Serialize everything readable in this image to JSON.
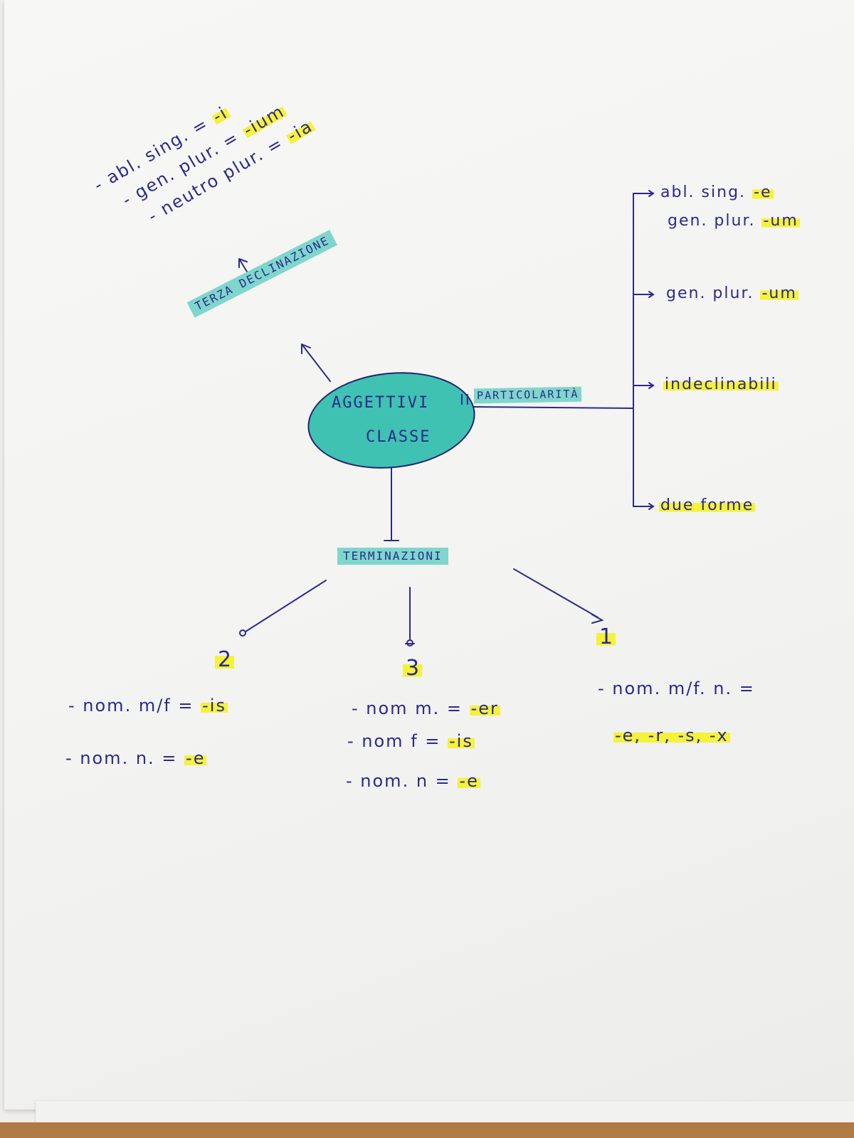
{
  "center": {
    "line1": "AGGETTIVI",
    "line2": "CLASSE",
    "mark": "II"
  },
  "terza": {
    "label": "TERZA DECLINAZIONE",
    "items": [
      {
        "text": "- abl. sing. = ",
        "ending": "-i"
      },
      {
        "text": "- gen. plur. = ",
        "ending": "-ium"
      },
      {
        "text": "- neutro plur. = ",
        "ending": "-ia"
      }
    ]
  },
  "particolarita": {
    "label": "PARTICOLARITÀ",
    "items": [
      {
        "line1": "abl. sing. ",
        "line1_end": "-e",
        "line2": "gen. plur. ",
        "line2_end": "-um"
      },
      {
        "line1": "gen. plur. ",
        "line1_end": "-um"
      },
      {
        "line1": "indeclinabili"
      },
      {
        "line1": "due forme"
      }
    ]
  },
  "terminazioni": {
    "label": "TERMINAZIONI",
    "two": {
      "number": "2",
      "lines": [
        {
          "text": "- nom. m/f = ",
          "ending": "-is"
        },
        {
          "text": "- nom. n. = ",
          "ending": "-e"
        }
      ]
    },
    "three": {
      "number": "3",
      "lines": [
        {
          "text": "- nom m. = ",
          "ending": "-er"
        },
        {
          "text": "- nom f = ",
          "ending": "-is"
        },
        {
          "text": "- nom. n = ",
          "ending": "-e"
        }
      ]
    },
    "one": {
      "number": "1",
      "lines": [
        {
          "text": "- nom. m/f. n. ="
        },
        {
          "text": "-e, -r, -s, -x"
        }
      ]
    }
  },
  "colors": {
    "ink": "#2b2a8c",
    "teal": "#3fc2b2",
    "highlight": "#f5f23a"
  }
}
